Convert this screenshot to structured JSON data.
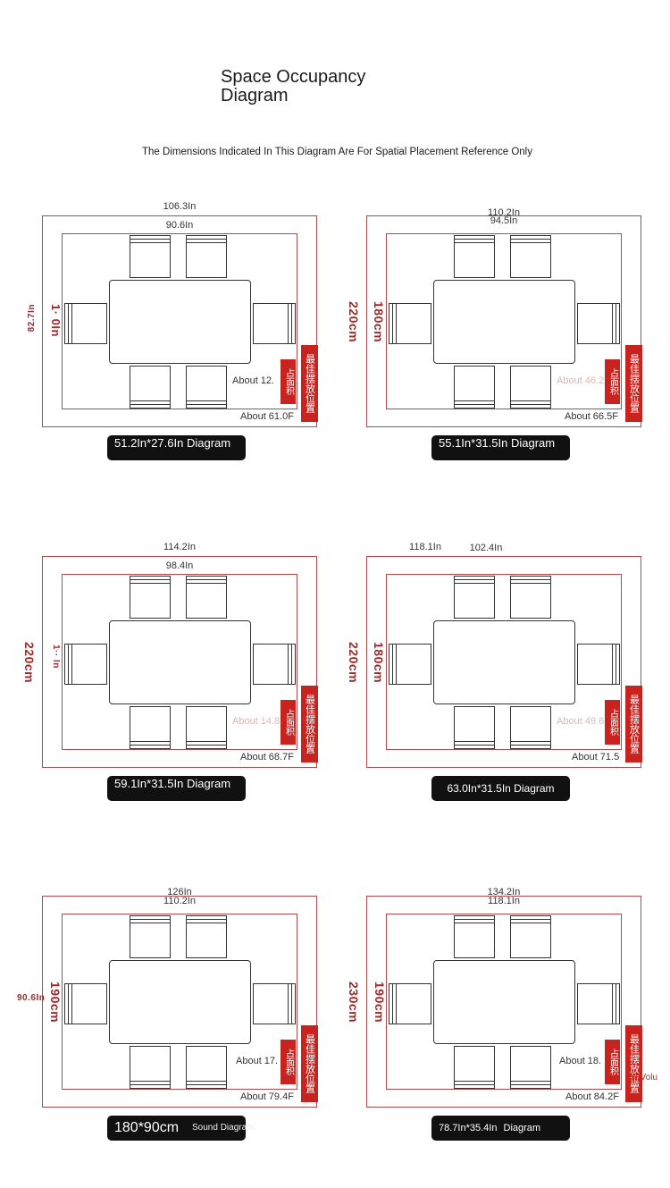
{
  "header": {
    "title": "Space Occupancy Diagram",
    "subtitle": "The Dimensions Indicated In This Diagram Are For Spatial Placement Reference Only"
  },
  "tag_labels": {
    "occupied_area": "占面积",
    "best_placement": "最佳摆放位置"
  },
  "colors": {
    "outline": "#b04a4a",
    "tag_red": "#c8231f",
    "badge_bg": "#111111"
  },
  "diagrams": [
    {
      "outer_width": "106.3In",
      "inner_width": "90.6In",
      "outer_height": "82.7In",
      "inner_height": "1· 0In",
      "area_label": "About 12.",
      "area_faded": false,
      "total_area": "About 61.0F",
      "badge": "51.2In*27.6In Diagram"
    },
    {
      "outer_width": "110.2In",
      "inner_width": "94.5In",
      "outer_height": "220cm",
      "inner_height": "180cm",
      "area_label": "About 46.2",
      "area_faded": true,
      "total_area": "About 66.5F",
      "badge": "55.1In*31.5In Diagram"
    },
    {
      "outer_width": "114.2In",
      "inner_width": "98.4In",
      "outer_height": "220cm",
      "inner_height": "1·· In",
      "area_label": "About 14.8",
      "area_faded": true,
      "total_area": "About 68.7F",
      "badge": "59.1In*31.5In Diagram"
    },
    {
      "outer_width": "118.1In",
      "inner_width": "102.4In",
      "outer_height": "220cm",
      "inner_height": "180cm",
      "area_label": "About 49.6",
      "area_faded": true,
      "total_area": "About 71.5",
      "badge": "63.0In*31.5In Diagram"
    },
    {
      "outer_width": "126In",
      "inner_width": "110.2In",
      "outer_height": "90.6In",
      "inner_height": "190cm",
      "area_label": "About 17.",
      "area_faded": false,
      "total_area": "About 79.4F",
      "badge": "180*90cm",
      "badge_stamp": "Sound Diagram"
    },
    {
      "outer_width": "134.2In",
      "inner_width": "118.1In",
      "outer_height": "230cm",
      "inner_height": "190cm",
      "area_label": "About 18.",
      "area_faded": false,
      "total_area": "About 84.2F",
      "badge": "78.7In*35.4In",
      "badge_stamp": "Diagram",
      "side_note": "ct Volu"
    }
  ]
}
